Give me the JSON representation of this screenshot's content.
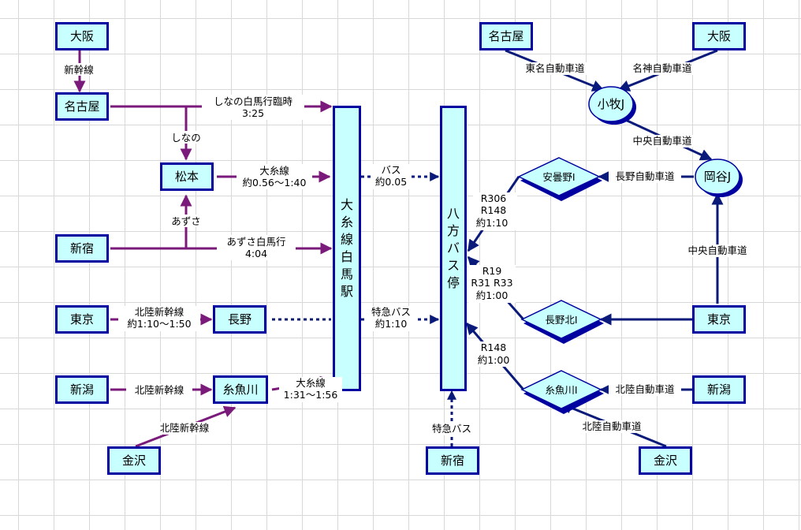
{
  "rail": {
    "osaka": "大阪",
    "nagoya": "名古屋",
    "matsumoto": "松本",
    "shinjuku": "新宿",
    "tokyo": "東京",
    "nagano": "長野",
    "niigata": "新潟",
    "itoigawa": "糸魚川",
    "kanazawa": "金沢",
    "hakuba_station": "大糸線白馬駅"
  },
  "labels": {
    "shinkansen": "新幹線",
    "shinano": "しなの",
    "shinano_rinji": "しなの白馬行臨時",
    "shinano_rinji_time": "3:25",
    "oito_1": "大糸線",
    "oito_1_time": "約0.56～1:40",
    "azusa": "あずさ",
    "azusa_hakuba": "あずさ白馬行",
    "azusa_hakuba_time": "4:04",
    "hokuriku_tokyo": "北陸新幹線",
    "hokuriku_tokyo_time": "約1:10～1:50",
    "hokuriku_niigata": "北陸新幹線",
    "hokuriku_kanazawa": "北陸新幹線",
    "oito_2": "大糸線",
    "oito_2_time": "1:31～1:56",
    "bus": "バス",
    "bus_time": "約0.05",
    "express_bus": "特急バス",
    "express_bus_time": "約1:10",
    "express_bus_bottom": "特急バス"
  },
  "road": {
    "bus_stop": "八方バス停",
    "nagoya": "名古屋",
    "osaka": "大阪",
    "komaki": "小牧J",
    "okaya": "岡谷J",
    "azumino": "安曇野I",
    "nagano_kita": "長野北I",
    "itoigawa_ic": "糸魚川I",
    "tokyo": "東京",
    "niigata": "新潟",
    "kanazawa": "金沢",
    "shinjuku": "新宿"
  },
  "road_labels": {
    "tomei": "東名自動車道",
    "meishin": "名神自動車道",
    "chuo_1": "中央自動車道",
    "nagano_expwy": "長野自動車道",
    "chuo_2": "中央自動車道",
    "hokuriku_expwy_1": "北陸自動車道",
    "hokuriku_expwy_2": "北陸自動車道",
    "r306": "R306",
    "r148_a": "R148",
    "r148_a_time": "約1:10",
    "r19": "R19",
    "r31_r33": "R31 R33",
    "r19_time": "約1:00",
    "r148_b": "R148",
    "r148_b_time": "約1:00"
  },
  "colors": {
    "box_fill": "#c8ffff",
    "box_border": "#0000a0",
    "rail_line": "#7a1a7a",
    "road_line": "#0a1a7a"
  }
}
